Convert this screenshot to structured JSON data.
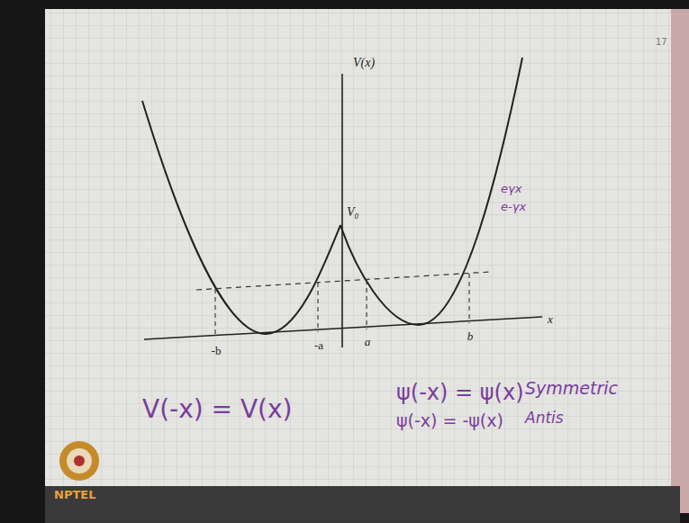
{
  "diagram": {
    "labels": [
      "V(x)",
      "V₀",
      "-b",
      "-a",
      "a",
      "b",
      "x",
      "eγx",
      "e-γx",
      "V(-x) = V(x)",
      "ψ(-x) = ψ(x)",
      "Symmetric",
      "ψ(-x) = -ψ(x)",
      "Antis",
      "17",
      "NPTEL"
    ]
  }
}
